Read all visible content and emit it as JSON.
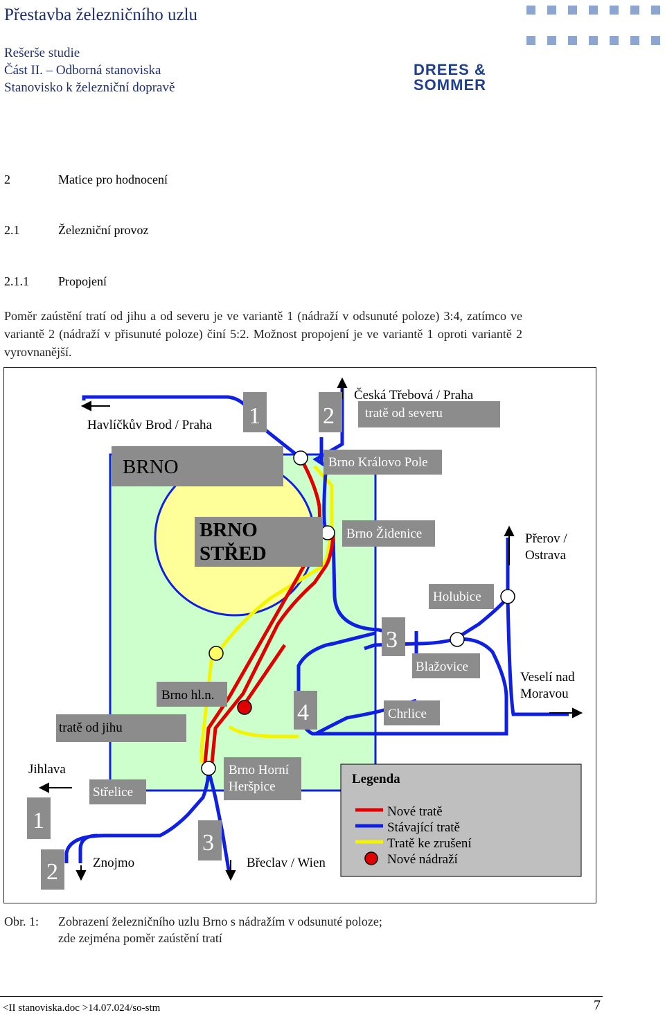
{
  "header": {
    "title": "Přestavba železničního uzlu",
    "lines": [
      "Rešerše studie",
      "Část II. – Odborná stanoviska",
      "Stanovisko k železniční dopravě"
    ],
    "logo_line1": "DREES &",
    "logo_line2": "SOMMER"
  },
  "sections": {
    "s2_num": "2",
    "s2_title": "Matice pro hodnocení",
    "s21_num": "2.1",
    "s21_title": "Železniční provoz",
    "s211_num": "2.1.1",
    "s211_title": "Propojení"
  },
  "paragraph": "Poměr zaústění tratí od jihu a od severu je ve variantě 1 (nádraží v odsunuté poloze) 3:4, zatímco ve variantě 2 (nádraží v přisunuté poloze) činí 5:2. Možnost propojení je ve variantě 1 oproti variantě 2 vyrovnanější.",
  "diagram": {
    "labels": {
      "havlickuv": "Havlíčkův Brod / Praha",
      "ceska": "Česká Třebová / Praha",
      "trate_sever": "tratě od severu",
      "n1_top": "1",
      "n2_top": "2",
      "brno": "BRNO",
      "kralovo": "Brno Královo Pole",
      "stred1": "BRNO",
      "stred2": "STŘED",
      "zidenice": "Brno Židenice",
      "prerov1": "Přerov  /",
      "prerov2": "Ostrava",
      "holubice": "Holubice",
      "n3_mid": "3",
      "blazovice": "Blažovice",
      "veseli1": "Veselí nad",
      "veseli2": "Moravou",
      "hln": "Brno hl.n.",
      "n4": "4",
      "chrlice": "Chrlice",
      "trate_jih": "tratě od jihu",
      "jihlava": "Jihlava",
      "strelice": "Střelice",
      "n1_bot": "1",
      "n2_bot": "2",
      "znojmo": "Znojmo",
      "n3_bot": "3",
      "hh1": "Brno  Horní",
      "hh2": "Heršpice",
      "breclav": "Břeclav / Wien"
    },
    "legend": {
      "title": "Legenda",
      "items": [
        "Nové tratě",
        "Stávající tratě",
        "Tratě ke zrušení",
        "Nové nádraží"
      ]
    },
    "colors": {
      "new_track": "#e00000",
      "existing_track": "#1020e0",
      "removed_track": "#f4f400",
      "city_area": "#ccffcc",
      "center": "#ffff99",
      "gray_box": "#8c8c8c",
      "legend_box": "#bfbfbf"
    }
  },
  "caption": {
    "label": "Obr. 1:",
    "line1": "Zobrazení železničního uzlu Brno s nádražím v odsunuté poloze;",
    "line2": "zde zejména poměr zaústění tratí"
  },
  "footer": {
    "left": "<II stanoviska.doc >14.07.024/so-stm",
    "page": "7"
  }
}
